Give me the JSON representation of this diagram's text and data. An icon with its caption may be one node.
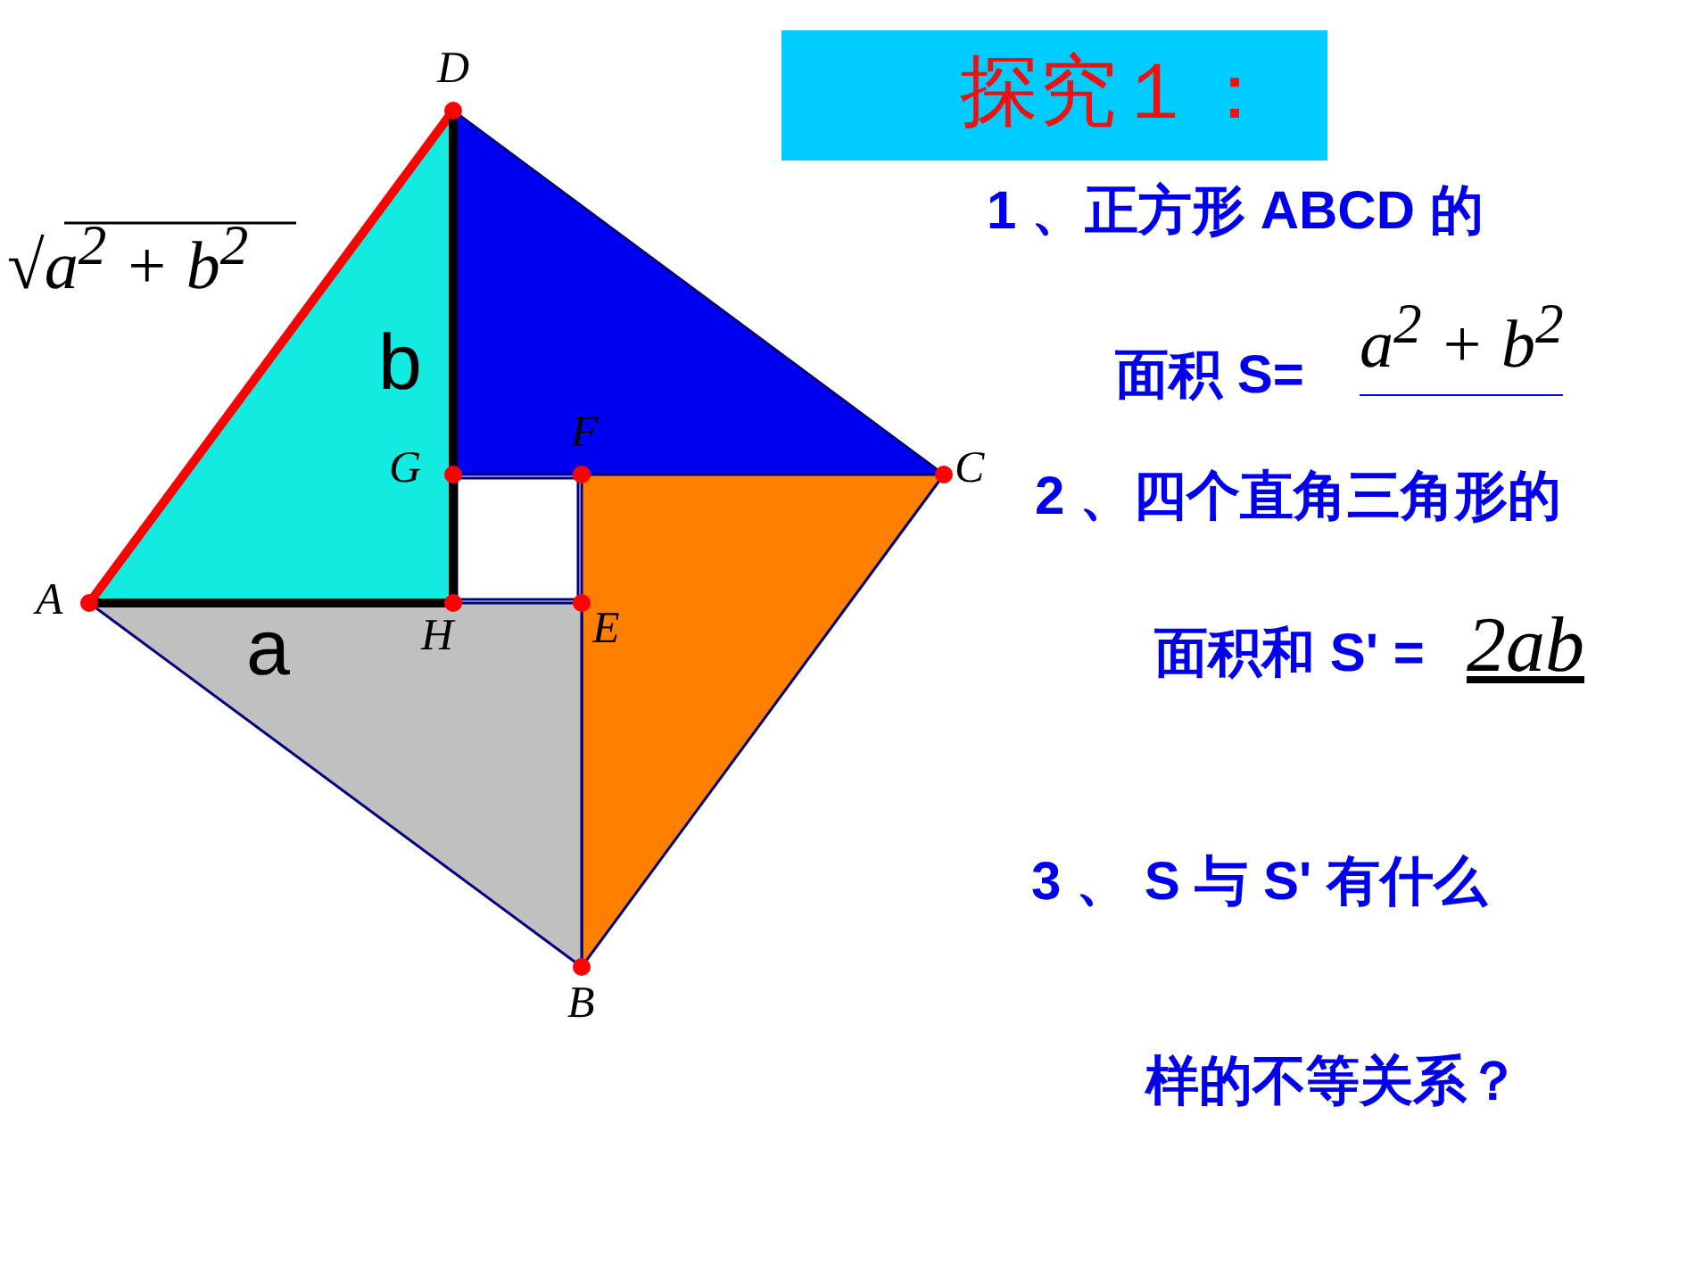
{
  "diagram": {
    "title": "探究１：",
    "labels": [
      "D",
      "√a$^{2}$ + b$^{2}$",
      "b",
      "G",
      "F",
      "C",
      "A",
      "a",
      "H",
      "E",
      "B",
      "1 、正方形 ABCD 的",
      "面积 S=",
      "a$^{2}$ + b$^{2}$",
      "2 、四个直角三角形的",
      "面积和 S' =",
      "2ab",
      "3 、 S 与 S' 有什么",
      "样的不等关系？"
    ]
  }
}
